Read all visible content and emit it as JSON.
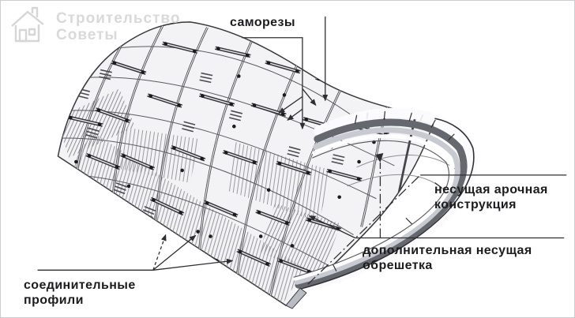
{
  "watermark": {
    "line1": "Строительство",
    "line2": "Советы",
    "icon": "house-logo-icon"
  },
  "labels": {
    "screws": "саморезы",
    "arch_line1": "несущая арочная",
    "arch_line2": "конструкция",
    "lathing_line1": "дополнительная несущая",
    "lathing_line2": "обрешетка",
    "profiles_line1": "соединительные",
    "profiles_line2": "профили"
  },
  "colors": {
    "background": "#ffffff",
    "linework": "#2e2e31",
    "sheet_surface": "#f3f3f5",
    "arch_rib_dark": "#65686f",
    "lathing_band_light": "#c7cad0",
    "hatch": "#94949b",
    "watermark": "#d9d9d9",
    "label_text": "#1c1c1e"
  }
}
